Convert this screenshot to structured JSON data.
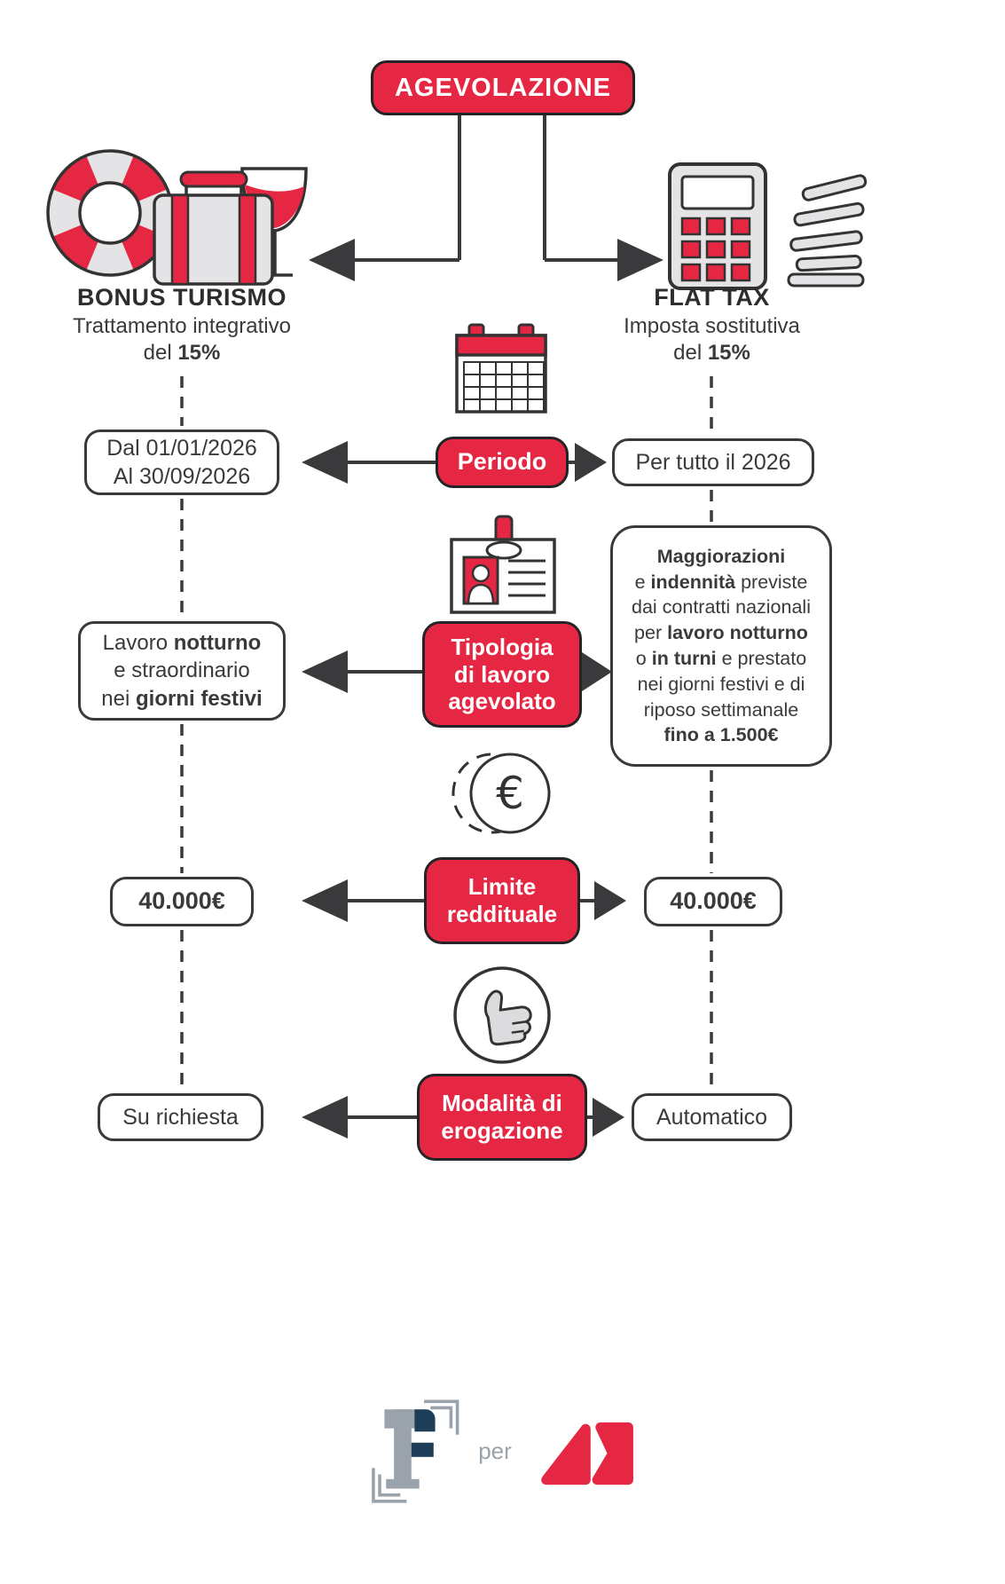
{
  "colors": {
    "accent_red": "#E62743",
    "outline_dark": "#3A3A3C",
    "icon_gray": "#E4E4E6",
    "logo_navy": "#1D3D59",
    "logo_gray": "#9AA3AB"
  },
  "title": "AGEVOLAZIONE",
  "branches": {
    "left": {
      "icon": "lifebuoy-suitcase-wine-icon",
      "title": "BONUS TURISMO",
      "subtitle": [
        [
          {
            "t": "Trattamento integrativo"
          }
        ],
        [
          {
            "t": "del "
          },
          {
            "t": "15%",
            "b": true
          }
        ]
      ]
    },
    "right": {
      "icon": "calculator-money-icon",
      "title": "FLAT TAX",
      "subtitle": [
        [
          {
            "t": "Imposta sostitutiva"
          }
        ],
        [
          {
            "t": "del "
          },
          {
            "t": "15%",
            "b": true
          }
        ]
      ]
    }
  },
  "rows": [
    {
      "icon": "calendar-icon",
      "label": "Periodo",
      "left": [
        [
          {
            "t": "Dal 01/01/2026"
          }
        ],
        [
          {
            "t": "Al 30/09/2026"
          }
        ]
      ],
      "right": [
        [
          {
            "t": "Per tutto il 2026"
          }
        ]
      ]
    },
    {
      "icon": "id-badge-icon",
      "label": "Tipologia di lavoro agevolato",
      "left": [
        [
          {
            "t": "Lavoro "
          },
          {
            "t": "notturno",
            "b": true
          }
        ],
        [
          {
            "t": "e straordinario"
          }
        ],
        [
          {
            "t": "nei "
          },
          {
            "t": "giorni festivi",
            "b": true
          }
        ]
      ],
      "right": [
        [
          {
            "t": "Maggiorazioni",
            "b": true
          }
        ],
        [
          {
            "t": "e "
          },
          {
            "t": "indennità",
            "b": true
          },
          {
            "t": " previste"
          }
        ],
        [
          {
            "t": "dai contratti nazionali"
          }
        ],
        [
          {
            "t": "per "
          },
          {
            "t": "lavoro notturno",
            "b": true
          }
        ],
        [
          {
            "t": "o "
          },
          {
            "t": "in turni",
            "b": true
          },
          {
            "t": " e prestato"
          }
        ],
        [
          {
            "t": "nei giorni festivi e di"
          }
        ],
        [
          {
            "t": "riposo settimanale"
          }
        ],
        [
          {
            "t": "fino a 1.500€",
            "b": true
          }
        ]
      ]
    },
    {
      "icon": "euro-coin-icon",
      "label": "Limite reddituale",
      "left": [
        [
          {
            "t": "40.000€",
            "b": true
          }
        ]
      ],
      "right": [
        [
          {
            "t": "40.000€",
            "b": true
          }
        ]
      ]
    },
    {
      "icon": "thumbs-up-icon",
      "label": "Modalità di erogazione",
      "left": [
        [
          {
            "t": "Su richiesta"
          }
        ]
      ],
      "right": [
        [
          {
            "t": "Automatico"
          }
        ]
      ]
    }
  ],
  "footer": {
    "left_logo": "F-logo",
    "separator": "per",
    "right_logo": "partner-red-mark"
  }
}
